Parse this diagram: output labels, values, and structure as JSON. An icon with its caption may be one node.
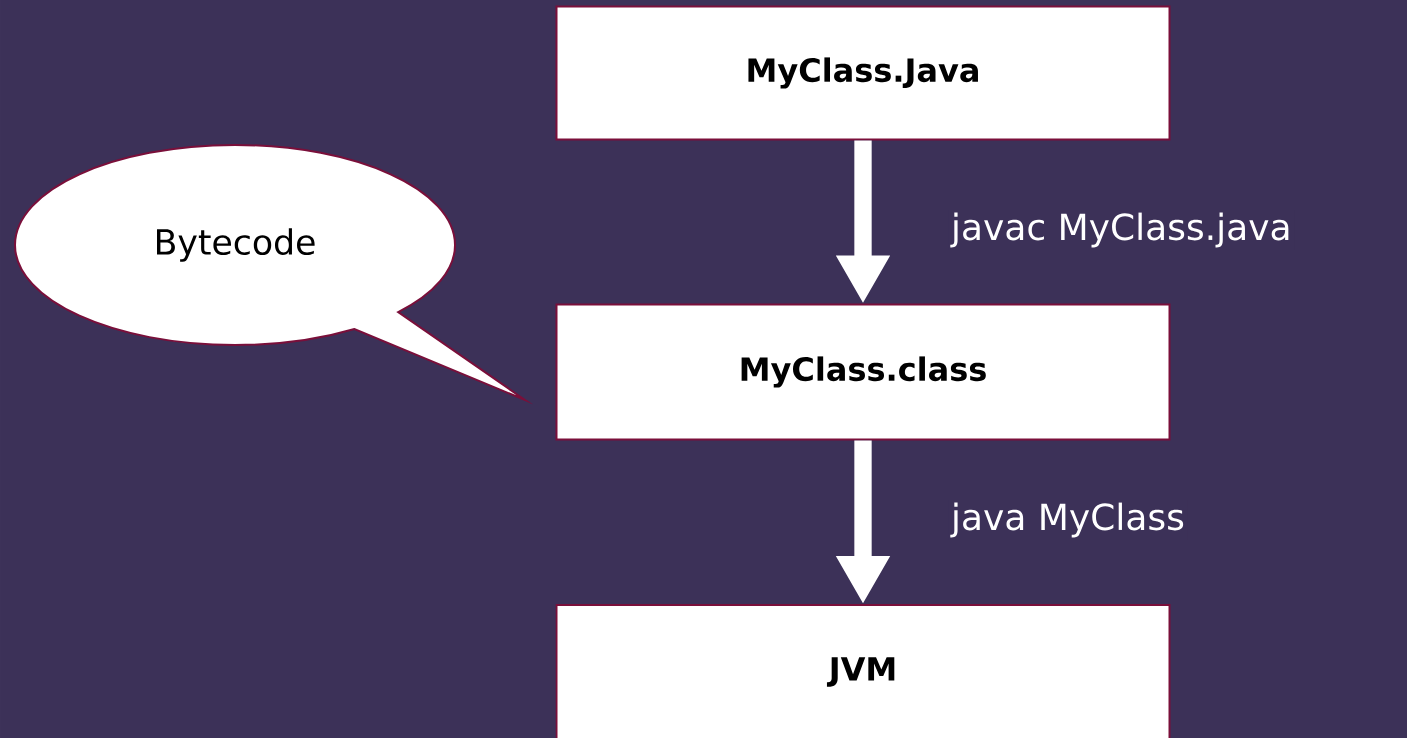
{
  "diagram": {
    "nodes": [
      {
        "text": [
          "MyClass.Java"
        ]
      },
      {
        "text": [
          "MyClass.class"
        ]
      },
      {
        "text": [
          "JVM"
        ]
      },
      {
        "text": [
          "Bytecode"
        ]
      }
    ],
    "edges": [
      {
        "from": 0,
        "to": 1,
        "arrow": "to",
        "label": "javac MyClass.java"
      },
      {
        "from": 1,
        "to": 2,
        "arrow": "to",
        "label": "java MyClass"
      }
    ]
  }
}
